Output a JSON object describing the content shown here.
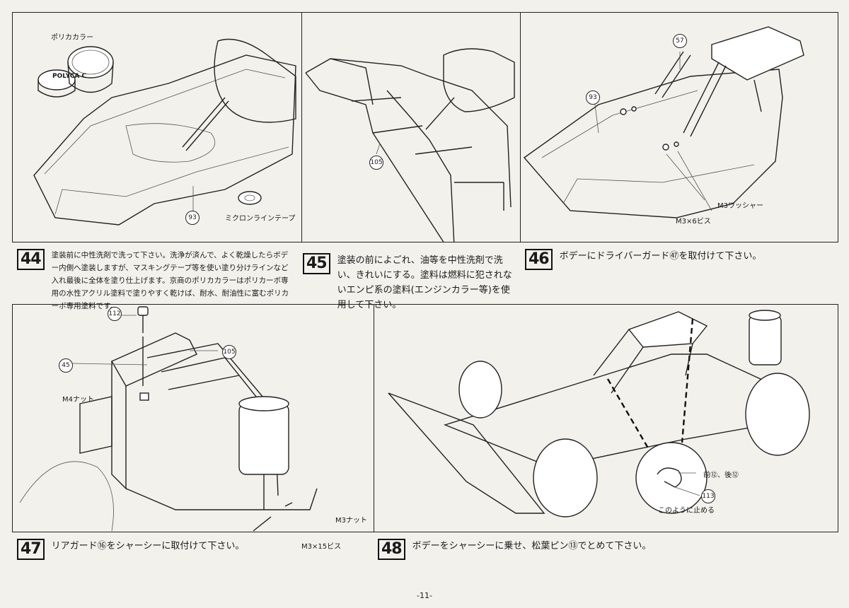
{
  "page_number": "-11-",
  "steps": [
    {
      "number": "44",
      "text": "塗装前に中性洗剤で洗って下さい。洗浄が済んで、よく乾燥したらボデー内側へ塗装しますが、マスキングテープ等を使い塗り分けラインなど入れ最後に全体を塗り仕上げます。京商のポリカカラーはポリカーボ専用の水性アクリル塗料で塗りやすく乾けば、耐水、耐油性に富むポリカーボ専用塗料です。"
    },
    {
      "number": "45",
      "text": "塗装の前によごれ、油等を中性洗剤で洗い、きれいにする。塗料は燃料に犯されないエンピ系の塗料(エンジンカラー等)を使用して下さい。"
    },
    {
      "number": "46",
      "text": "ボデーにドライバーガード㊼を取付けて下さい。"
    },
    {
      "number": "47",
      "text": "リアガード⑯をシャーシーに取付けて下さい。"
    },
    {
      "number": "48",
      "text": "ボデーをシャーシーに乗せ、松葉ピン⑬でとめて下さい。"
    }
  ],
  "panel44": {
    "paint_label": "ポリカカラー",
    "paint_can_text": "POLYCA C",
    "tape_label": "ミクロンラインテープ",
    "part": "93"
  },
  "panel45": {
    "part": "105"
  },
  "panel46": {
    "part_guard": "57",
    "part_body": "93",
    "washer": "M3ワッシャー",
    "screw": "M3×6ビス"
  },
  "panel47": {
    "part_screw": "112",
    "part_guard": "105",
    "part_frame": "45",
    "nut_m4": "M4ナット",
    "nut_m3": "M3ナット",
    "screw": "M3×15ビス"
  },
  "panel48": {
    "front_rear": "前⑫、後⑫",
    "part_pin": "113",
    "note": "このように止める"
  }
}
